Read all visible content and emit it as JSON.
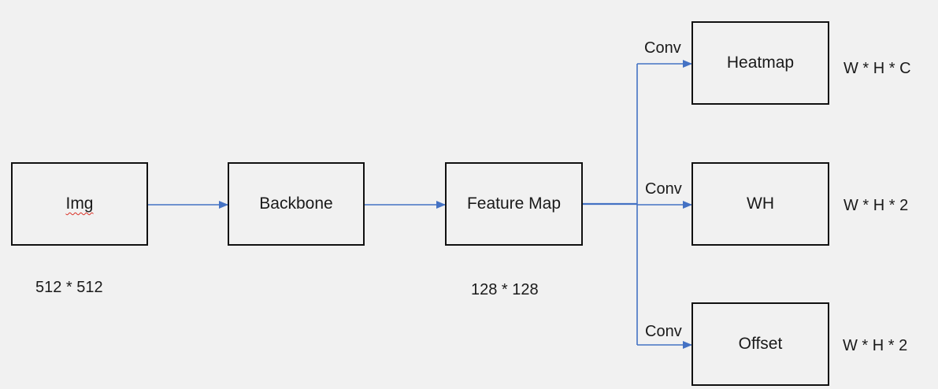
{
  "nodes": {
    "img": "Img",
    "backbone": "Backbone",
    "feature_map": "Feature Map",
    "heatmap": "Heatmap",
    "wh": "WH",
    "offset": "Offset"
  },
  "sizes": {
    "input": "512 * 512",
    "feature_map": "128 * 128"
  },
  "heads": {
    "conv_label": "Conv",
    "heatmap_shape": "W * H * C",
    "wh_shape": "W * H * 2",
    "offset_shape": "W * H * 2"
  },
  "colors": {
    "box_border": "#111111",
    "arrow": "#4472c4",
    "background": "#f1f1f1"
  }
}
